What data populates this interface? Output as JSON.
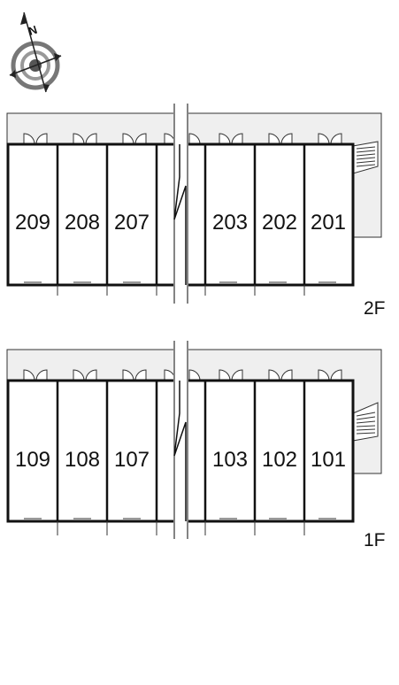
{
  "compass": {
    "north_label": "N",
    "icon": "compass-rose-icon"
  },
  "colors": {
    "corridor": "#efefef",
    "wall": "#111111",
    "line": "#333333",
    "background": "#ffffff"
  },
  "floors": [
    {
      "label": "2F",
      "units_left": [
        "209",
        "208",
        "207"
      ],
      "units_right": [
        "203",
        "202",
        "201"
      ]
    },
    {
      "label": "1F",
      "units_left": [
        "109",
        "108",
        "107"
      ],
      "units_right": [
        "103",
        "102",
        "101"
      ]
    }
  ]
}
